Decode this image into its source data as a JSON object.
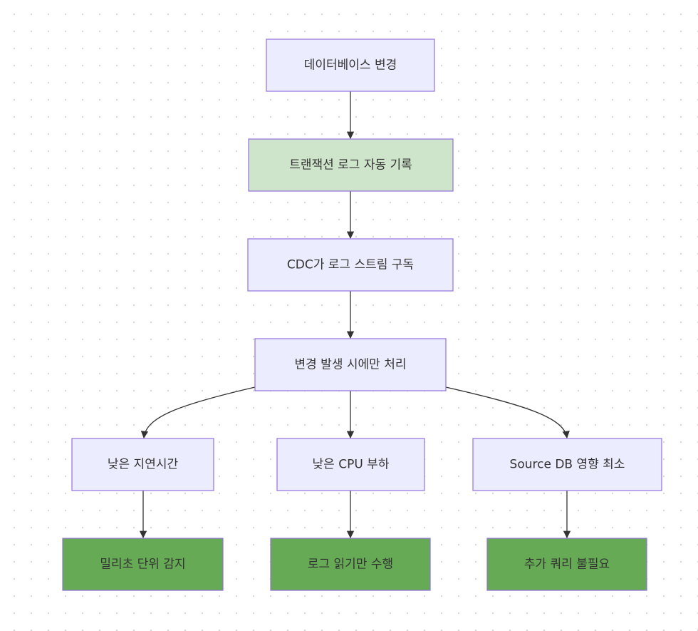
{
  "nodes": {
    "db_change": {
      "label": "데이터베이스 변경"
    },
    "tx_log": {
      "label": "트랜잭션 로그 자동 기록"
    },
    "cdc_subscribe": {
      "label": "CDC가 로그 스트림 구독"
    },
    "on_change": {
      "label": "변경 발생 시에만 처리"
    },
    "low_latency": {
      "label": "낮은 지연시간"
    },
    "low_cpu": {
      "label": "낮은 CPU 부하"
    },
    "min_impact": {
      "label": "Source DB 영향 최소"
    },
    "ms_detect": {
      "label": "밀리초 단위 감지"
    },
    "log_read_only": {
      "label": "로그 읽기만 수행"
    },
    "no_extra_query": {
      "label": "추가 쿼리 불필요"
    }
  },
  "edges": [
    [
      "db_change",
      "tx_log"
    ],
    [
      "tx_log",
      "cdc_subscribe"
    ],
    [
      "cdc_subscribe",
      "on_change"
    ],
    [
      "on_change",
      "low_latency"
    ],
    [
      "on_change",
      "low_cpu"
    ],
    [
      "on_change",
      "min_impact"
    ],
    [
      "low_latency",
      "ms_detect"
    ],
    [
      "low_cpu",
      "log_read_only"
    ],
    [
      "min_impact",
      "no_extra_query"
    ]
  ],
  "colors": {
    "node_fill": "#ececff",
    "node_border": "#9370db",
    "highlight_fill": "#cfe5cb",
    "result_fill": "#66aa55",
    "edge": "#333333",
    "text": "#333333"
  }
}
